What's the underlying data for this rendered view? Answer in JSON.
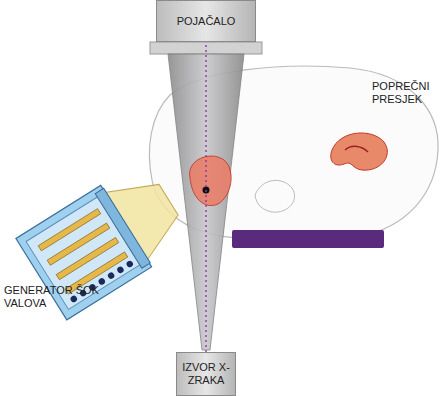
{
  "diagram": {
    "nodes": [
      {
        "text": [
          "POJAČALO"
        ]
      },
      {
        "text": [
          "IZVOR X-ZRAKA"
        ]
      }
    ],
    "edges": [
      {
        "from": 1,
        "to": 0,
        "arrow": "none"
      }
    ],
    "labels": [
      "POPREČNI PRESJEK",
      "GENERATOR ŠOK VALOVA"
    ]
  }
}
